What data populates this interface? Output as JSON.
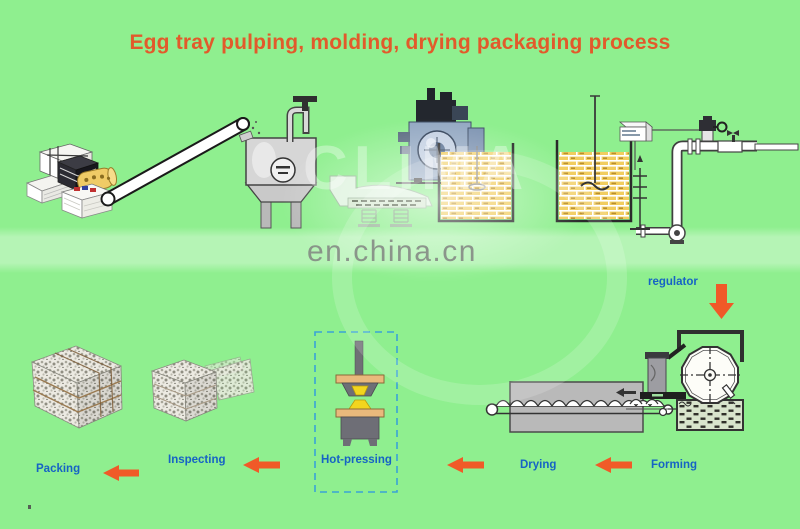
{
  "title": "Egg tray pulping, molding, drying packaging process",
  "watermark": {
    "site": "en.china.cn",
    "brand": "CLIMA"
  },
  "annotations": {
    "regulator": "regulator"
  },
  "process_steps": [
    {
      "id": "forming",
      "label": "Forming"
    },
    {
      "id": "drying",
      "label": "Drying"
    },
    {
      "id": "hot_pressing",
      "label": "Hot-pressing"
    },
    {
      "id": "inspecting",
      "label": "Inspecting"
    },
    {
      "id": "packing",
      "label": "Packing"
    }
  ],
  "equipment": [
    "waste-paper-bales",
    "belt-conveyor",
    "hydrapulper",
    "vibrating-screen",
    "pulp-refiner",
    "pulp-pool-1",
    "pulp-pool-2",
    "pump-and-piping",
    "control-box",
    "forming-machine",
    "drying-line",
    "hot-press",
    "egg-tray-stack-packed",
    "egg-tray-stack-inspecting"
  ],
  "icons": {
    "step_arrow": "arrow-left-icon",
    "regulator_arrow": "arrow-down-icon"
  },
  "colors": {
    "background": "#8fef8f",
    "title_text": "#e25a2b",
    "label_text": "#1663c5",
    "arrow": "#f05a28",
    "dashed_box": "#3aa3d6",
    "pulp_yellow": "#f1cd5f",
    "dryer_gray": "#b9b9b9",
    "press_gray": "#6e6e76",
    "platen_tan": "#e9b97c",
    "mold_yellow": "#f2d51e",
    "refiner_blue": "#93a8c2"
  }
}
